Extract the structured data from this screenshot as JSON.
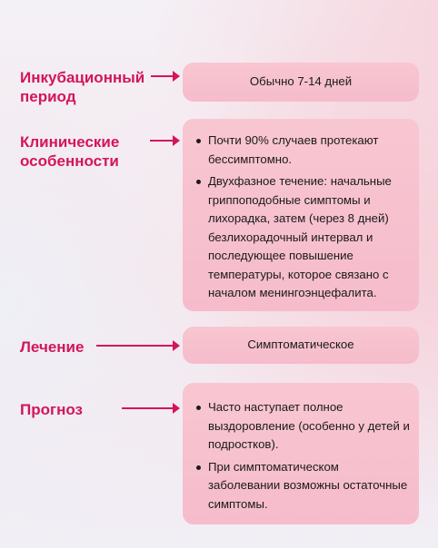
{
  "rows": [
    {
      "label": "Инкубационный период",
      "text": "Обычно 7-14 дней"
    },
    {
      "label": "Клинические особенности",
      "bullets": [
        "Почти 90% случаев протекают бессимптомно.",
        "Двухфазное течение: начальные гриппоподобные симптомы и лихорадка, затем (через 8 дней) безлихорадочный интервал и последующее повышение температуры, которое связано с началом менингоэнцефалита."
      ]
    },
    {
      "label": "Лечение",
      "text": "Симптоматическое"
    },
    {
      "label": "Прогноз",
      "bullets": [
        "Часто наступает полное выздоровление (особенно у детей и подростков).",
        "При симптоматическом заболевании возможны остаточные симптомы."
      ]
    }
  ],
  "colors": {
    "accent": "#d3155c",
    "card": "#f8c6d1",
    "text": "#1a1a1a"
  }
}
